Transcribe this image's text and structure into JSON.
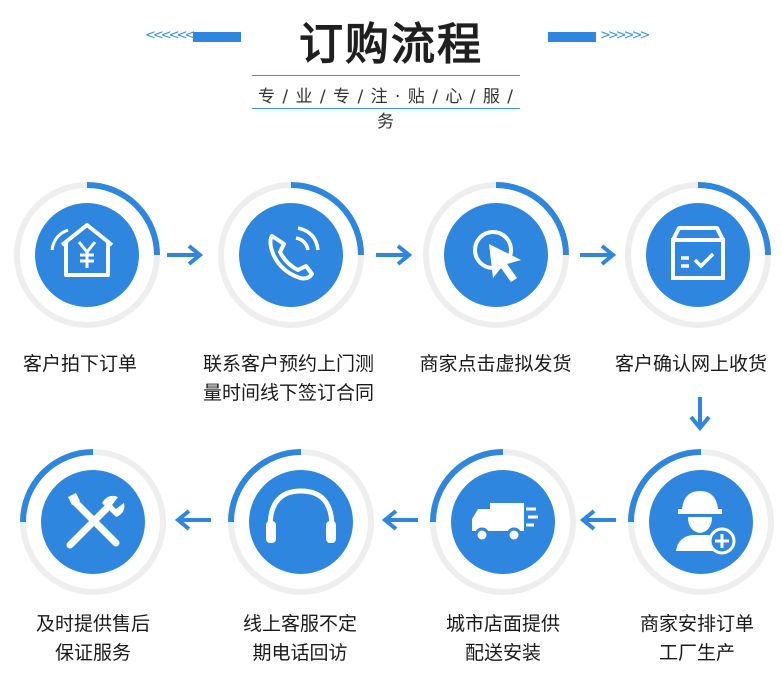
{
  "header": {
    "title": "订购流程",
    "subtitle": "专 / 业 / 专 / 注 · 贴 / 心 / 服 / 务"
  },
  "steps": [
    {
      "line1": "客户拍下订单",
      "line2": "",
      "icon": "house-yen-icon"
    },
    {
      "line1": "联系客户预约上门测",
      "line2": "量时间线下签订合同",
      "icon": "phone-icon"
    },
    {
      "line1": "商家点击虚拟发货",
      "line2": "",
      "icon": "cursor-click-icon"
    },
    {
      "line1": "客户确认网上收货",
      "line2": "",
      "icon": "box-check-icon"
    },
    {
      "line1": "商家安排订单",
      "line2": "工厂生产",
      "icon": "worker-icon"
    },
    {
      "line1": "城市店面提供",
      "line2": "配送安装",
      "icon": "truck-icon"
    },
    {
      "line1": "线上客服不定",
      "line2": "期电话回访",
      "icon": "headset-icon"
    },
    {
      "line1": "及时提供售后",
      "line2": "保证服务",
      "icon": "tools-icon"
    }
  ],
  "colors": {
    "accent": "#2f86df",
    "ring": "#eeeeee",
    "text": "#1a1a1a"
  }
}
